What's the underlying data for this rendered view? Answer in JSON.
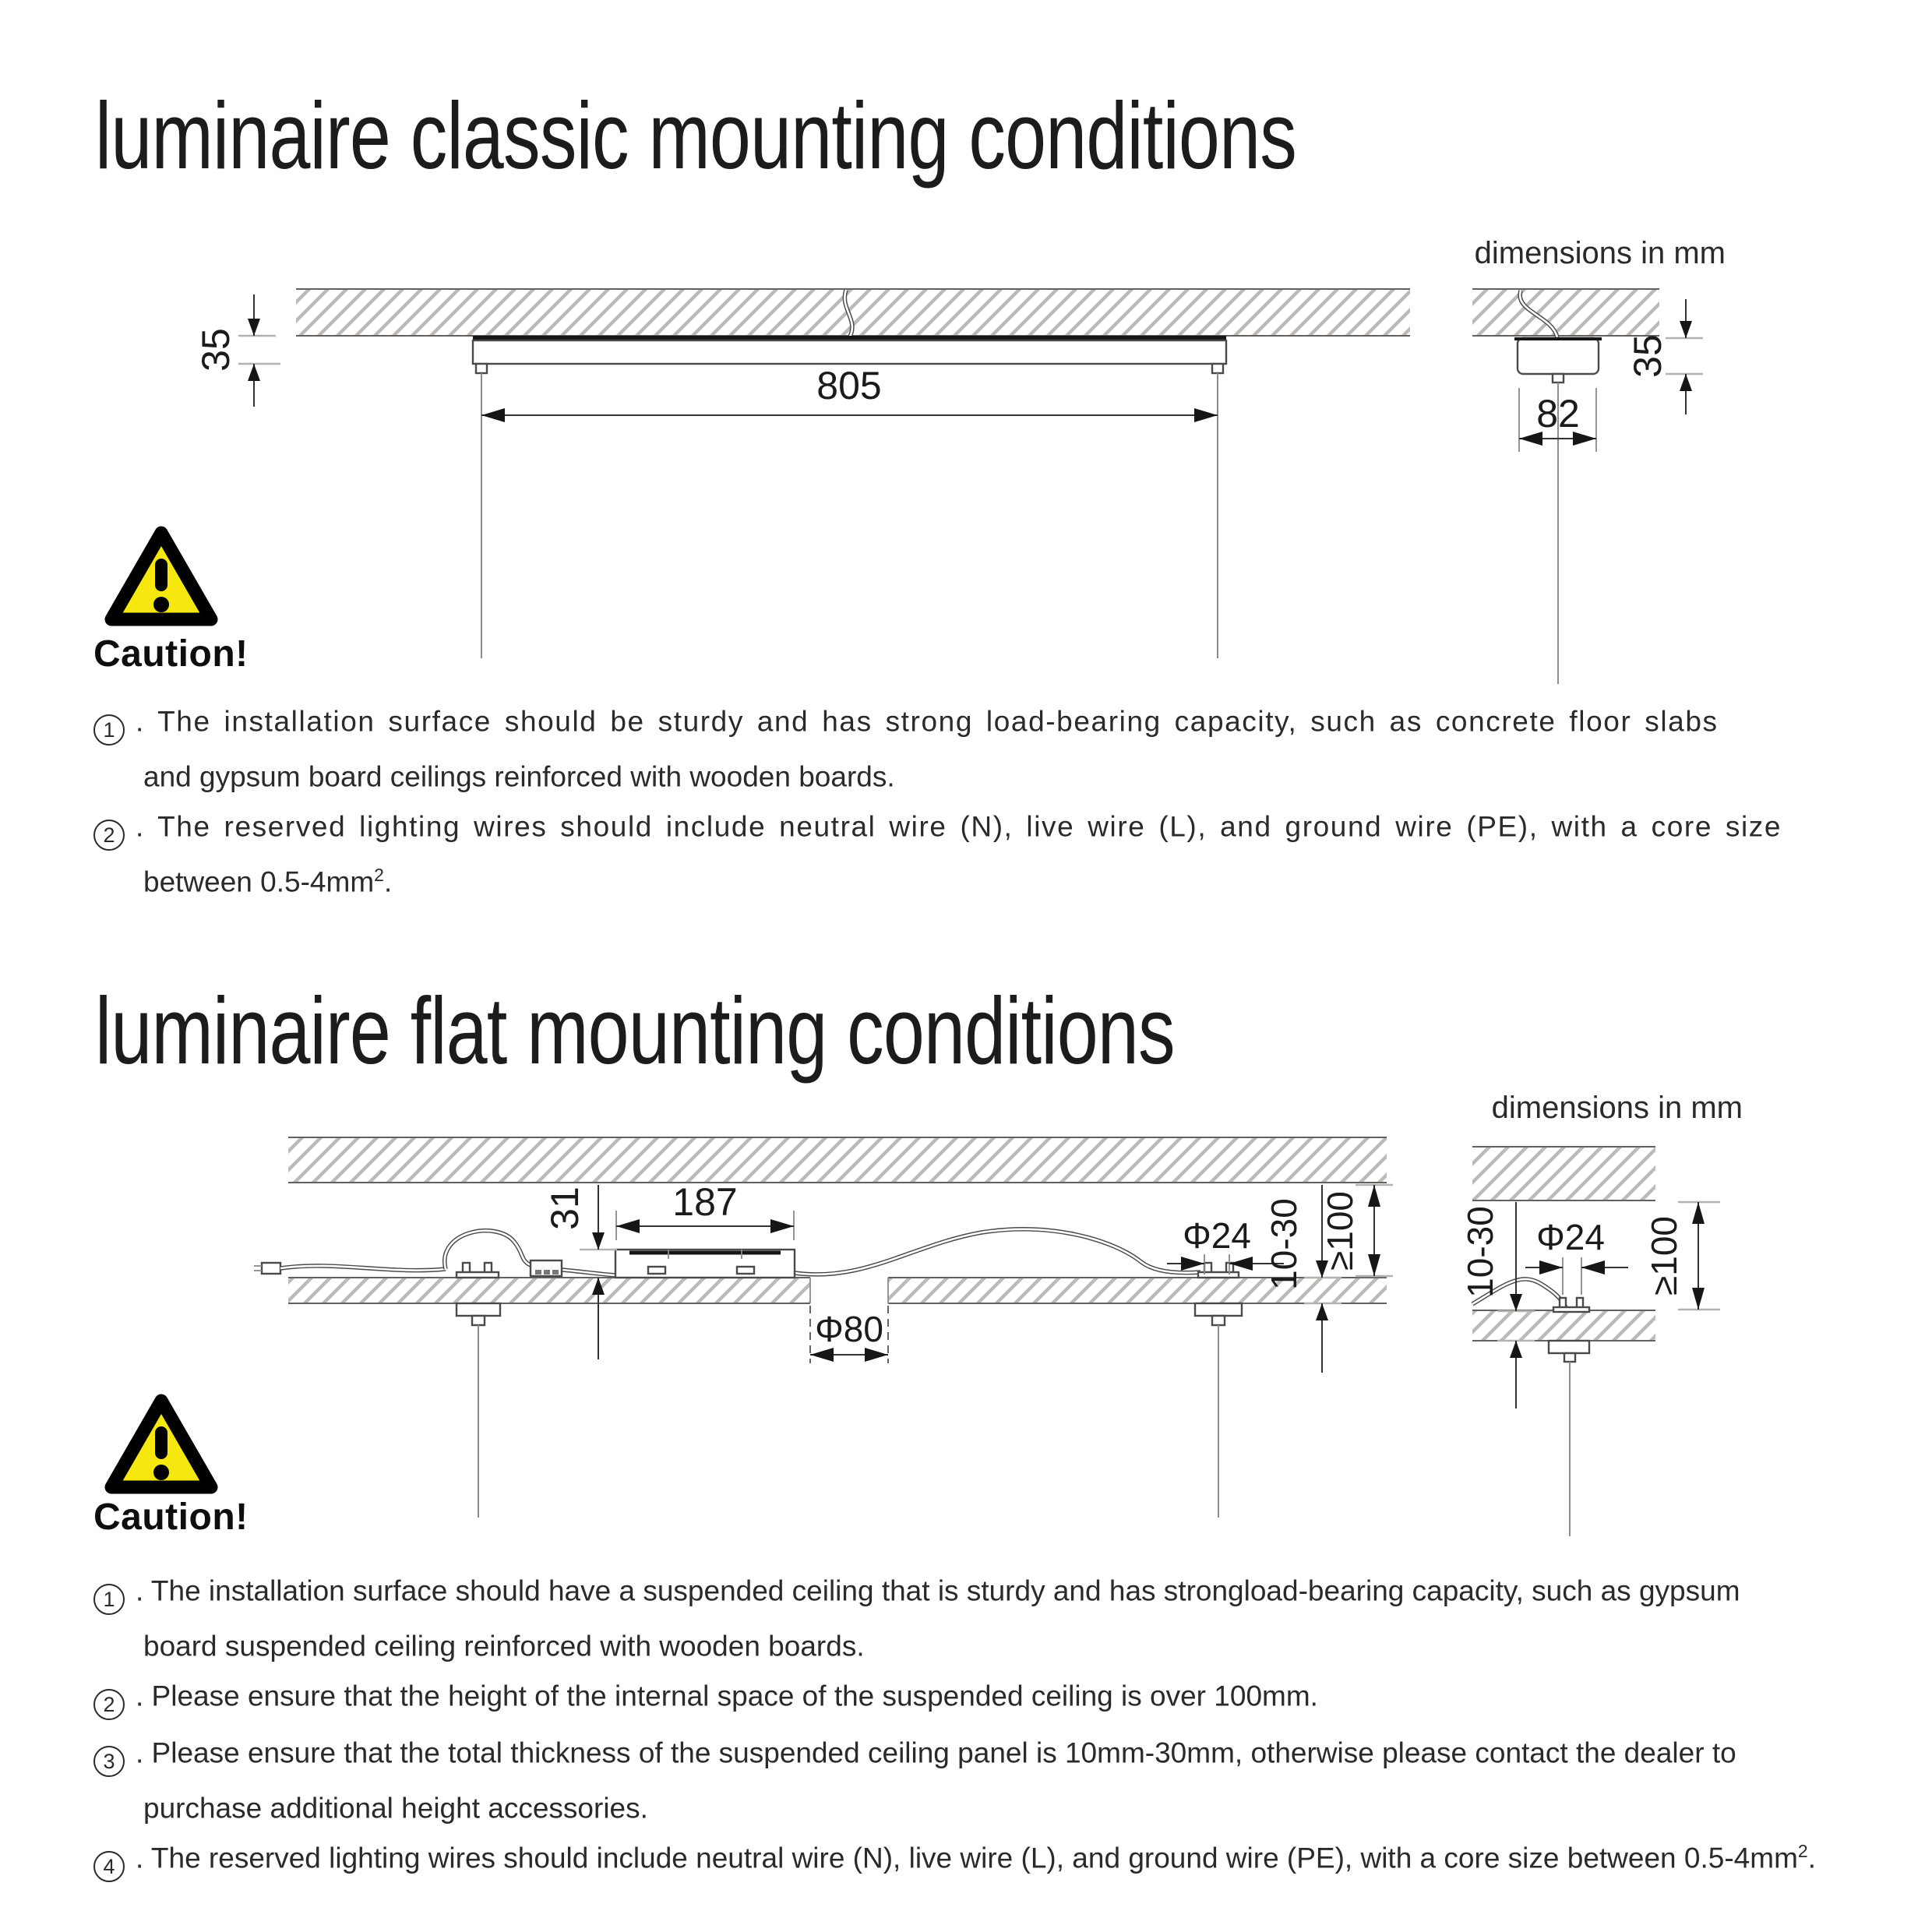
{
  "colors": {
    "warning_yellow": "#f6e70f",
    "line_dark": "#161616",
    "hatch_gray": "#bdbab7",
    "text": "#232323"
  },
  "classic": {
    "title": "luminaire classic mounting conditions",
    "dimensions_note": "dimensions in mm",
    "dims": {
      "luminaire_height": "35",
      "suspension_span": "805",
      "canopy_width": "82",
      "canopy_height": "35"
    },
    "caution": {
      "heading": "Caution!",
      "items": [
        {
          "num": "1",
          "l1": ". The installation surface should be sturdy and has strong load-bearing capacity, such as concrete floor slabs",
          "l2": "and gypsum board ceilings reinforced with wooden boards."
        },
        {
          "num": "2",
          "l1": ". The reserved lighting wires should include neutral wire (N), live wire (L), and ground wire (PE), with a core size",
          "l2": "between 0.5-4mm",
          "l2_sup": "2",
          "l2_tail": "."
        }
      ]
    }
  },
  "flat": {
    "title": "luminaire flat mounting conditions",
    "dimensions_note": "dimensions in mm",
    "dims": {
      "driver_height_offset": "31",
      "driver_length": "187",
      "wire_hole_diameter": "Φ24",
      "panel_thickness_range": "10-30",
      "plenum_min_height": "≥100",
      "access_hole_diameter": "Φ80",
      "detail_wire_hole_diameter": "Φ24",
      "detail_panel_thickness_range": "10-30",
      "detail_plenum_min_height": "≥100"
    },
    "caution": {
      "heading": "Caution!",
      "items": [
        {
          "num": "1",
          "l1": ". The installation surface should have a suspended ceiling that is sturdy and has strongload-bearing capacity, such as gypsum",
          "l2": "board suspended ceiling reinforced with wooden boards."
        },
        {
          "num": "2",
          "l1": ". Please ensure that the height of the internal space of the suspended ceiling is over 100mm."
        },
        {
          "num": "3",
          "l1": ". Please ensure that the total thickness of the suspended ceiling panel is 10mm-30mm, otherwise please contact the dealer to",
          "l2": "purchase additional height accessories."
        },
        {
          "num": "4",
          "l1": ". The reserved lighting wires should include neutral wire (N), live wire (L), and ground wire (PE), with a core size between 0.5-4mm",
          "l1_sup": "2",
          "l1_tail": "."
        }
      ]
    }
  }
}
